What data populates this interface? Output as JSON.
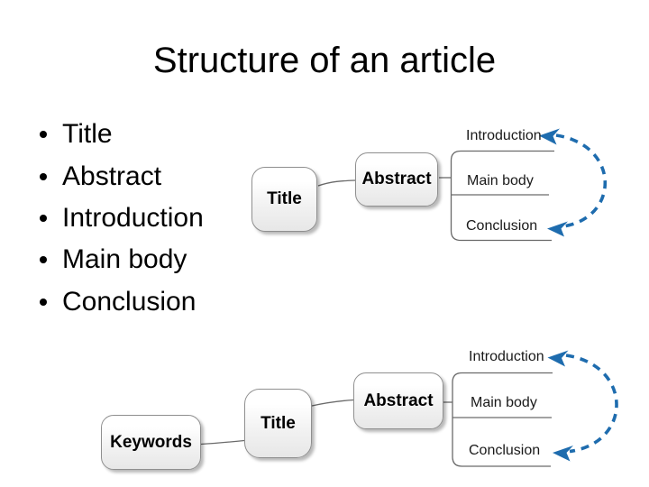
{
  "slide_title": "Structure of an article",
  "bullets": [
    "Title",
    "Abstract",
    "Introduction",
    "Main body",
    "Conclusion"
  ],
  "colors": {
    "arrow_blue": "#1e6cae",
    "box_border": "#8f8f8f",
    "box_fill_bottom": "#e7e7e7",
    "connector_gray": "#6a6a6a",
    "text_color": "#000000",
    "label_color": "#1a1a1a"
  },
  "diagram_top": {
    "nodes": [
      {
        "id": "title",
        "label": "Title"
      },
      {
        "id": "abstract",
        "label": "Abstract"
      }
    ],
    "branch_labels": [
      "Introduction",
      "Main body",
      "Conclusion"
    ]
  },
  "diagram_bottom": {
    "nodes": [
      {
        "id": "keywords",
        "label": "Keywords"
      },
      {
        "id": "title",
        "label": "Title"
      },
      {
        "id": "abstract",
        "label": "Abstract"
      }
    ],
    "branch_labels": [
      "Introduction",
      "Main body",
      "Conclusion"
    ]
  }
}
